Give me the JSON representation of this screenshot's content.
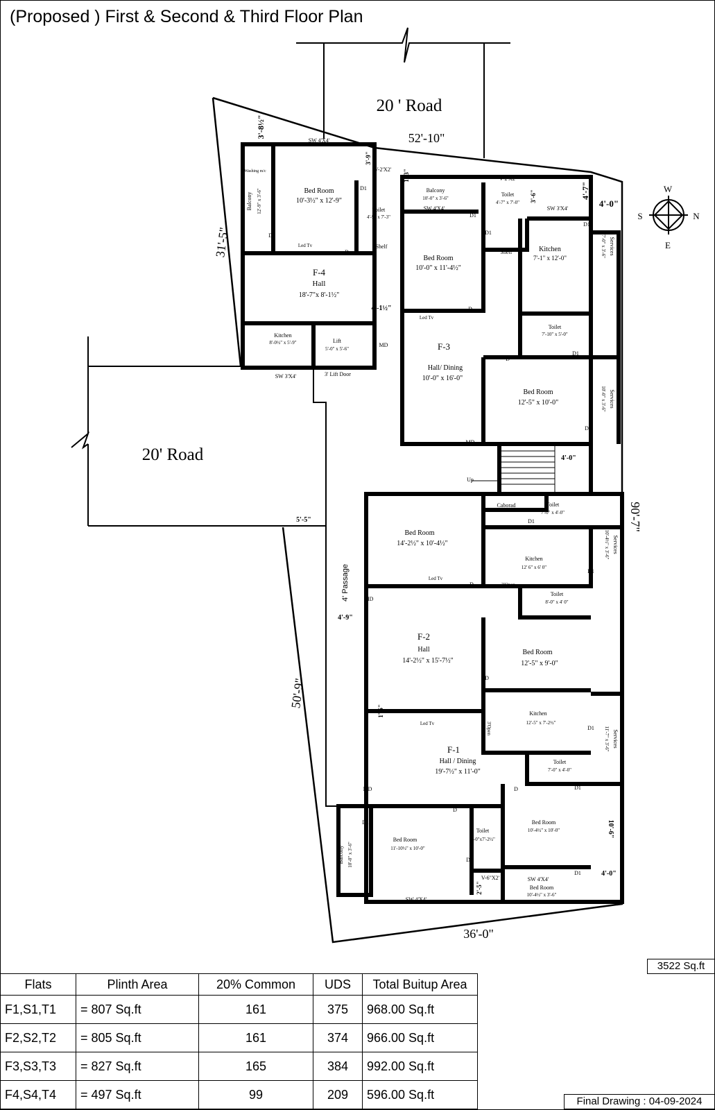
{
  "title": "(Proposed ) First & Second & Third Floor Plan",
  "roads": {
    "north": "20 ' Road",
    "west": "20' Road"
  },
  "dimensions": {
    "north_side": "52'-10\"",
    "west_upper": "31'-5\"",
    "west_lower": "50'-9\"",
    "south_side": "36'-0\"",
    "east_side": "90'-7\"",
    "top_left_gap": "3'-8½\"",
    "ne_gap1": "4'-7\"",
    "ne_gap2": "4'-0\"",
    "passage_width": "5'-5\"",
    "passage_width2": "4'-9\"",
    "passage_4_0": "4'-0\"",
    "gap_4_1_half": "4'-1½\"",
    "gap_3_9": "3'-9\"",
    "gap_3_6": "3'-6\"",
    "gap_1_3": "1'-3\"",
    "gap_10_6": "10'-6\"",
    "gap_4_0b": "4'-0\"",
    "gap_2_5": "2'-5\"",
    "gap_1_6": "1'-6\""
  },
  "compass": {
    "n": "N",
    "s": "S",
    "e": "E",
    "w": "W"
  },
  "flats": {
    "f4": {
      "label": "F-4",
      "hall": "Hall",
      "hall_size": "18'-7\"x 8'-1½\"",
      "bedroom": "Bed Room",
      "bedroom_size": "10'-3½\" x 12'-9\"",
      "toilet": "Toilet",
      "toilet_size": "4'-9\" x 7'-3\"",
      "balcony": "Balcony",
      "balcony_size": "12'-9\" x 3'-6\"",
      "kitchen": "Kitchen",
      "kitchen_size": "8'-0½\" x 5'-9\"",
      "lift": "Lift",
      "lift_size": "5'-0\" x 5'-6\"",
      "lift_door": "3' Lift Door",
      "washing": "Washing m/c",
      "shelf": "Shelf",
      "led": "Led Tv"
    },
    "f3": {
      "label": "F-3",
      "hall": "Hall/ Dining",
      "hall_size": "10'-0\" x  16'-0\"",
      "bedroom1": "Bed Room",
      "bedroom1_size": "10'-0\" x 11'-4½\"",
      "bedroom2": "Bed Room",
      "bedroom2_size": "12'-5\" x  10'-0\"",
      "balcony": "Balcony",
      "balcony_size": "10'-0\" x 3'-6\"",
      "toilet1": "Toilet",
      "toilet1_size": "4'-7\" x 7'-0\"",
      "toilet2": "Toilet",
      "toilet2_size": "7'-10\" x 5'-0\"",
      "kitchen": "Kitchen",
      "kitchen_size": "7'-1\" x 12'-0\"",
      "services1": "Services",
      "services1_size": "7'-0\" x 3'-6\"",
      "services2": "Services",
      "services2_size": "10'-0\" x 3'-6\"",
      "shelf": "Shelf",
      "led": "Led Tv"
    },
    "f2": {
      "label": "F-2",
      "hall": "Hall",
      "hall_size": "14'-2½\" x  15'-7½\"",
      "bedroom1": "Bed Room",
      "bedroom1_size": "14'-2½\" x 10'-4½\"",
      "bedroom2": "Bed Room",
      "bedroom2_size": "12'-5\"  x  9'-0\"",
      "kitchen": "Kitchen",
      "kitchen_size": "12' 6\" x 6' 0\"",
      "toilet1": "Toilet",
      "toilet1_size": "7'-0\" x 4'-0\"",
      "toilet2": "Toilet",
      "toilet2_size": "8'-0\" x 4' 0\"",
      "services": "Services",
      "services_size": "10'-4½\" x 3'-6\"",
      "caborad": "Caborad",
      "open": "3'Open",
      "led": "Led Tv",
      "up": "Up",
      "passage": "4' Passage"
    },
    "f1": {
      "label": "F-1",
      "hall": "Hall / Dining",
      "hall_size": "19'-7½\" x  11'-0\"",
      "kitchen": "Kitchen",
      "kitchen_size": "12'-5\" x 7'-2½\"",
      "toilet1": "Toilet",
      "toilet1_size": "7'-0\" x 4'-0\"",
      "toilet2": "Toilet",
      "toilet2_size": "4'-0\"x7'-2½\"",
      "bedroom1": "Bed Room",
      "bedroom1_size": "10'-4½\" x  10'-0\"",
      "bedroom2": "Bed Room",
      "bedroom2_size": "11'-10½\" x  10'-0\"",
      "bedroom3": "Bed Room",
      "bedroom3_size": "10'-4½\" x  3'-6\"",
      "balcony": "Balcony",
      "balcony_size": "10'-0\" x 3'-6\"",
      "services": "Services",
      "services_size": "11'-7\" x 3'-6\"",
      "open": "3'Open",
      "led": "Led Tv"
    }
  },
  "marks": {
    "d": "D",
    "d1": "D1",
    "md": "MD",
    "sw44": "SW 4'X4'",
    "sw34": "SW 3'X4'",
    "v22": "V-2'X2'",
    "v6x2": "V-6\"X2'",
    "tv": "Led Tv"
  },
  "total_area": "3522 Sq.ft",
  "table": {
    "headers": [
      "Flats",
      "Plinth Area",
      "20% Common",
      "UDS",
      "Total Buitup  Area"
    ],
    "rows": [
      [
        "F1,S1,T1",
        "=  807 Sq.ft",
        "161",
        "375",
        "968.00 Sq.ft"
      ],
      [
        "F2,S2,T2",
        "=  805  Sq.ft",
        "161",
        "374",
        "966.00 Sq.ft"
      ],
      [
        "F3,S3,T3",
        "=  827 Sq.ft",
        "165",
        "384",
        "992.00 Sq.ft"
      ],
      [
        "F4,S4,T4",
        "=  497 Sq.ft",
        "99",
        "209",
        "596.00 Sq.ft"
      ]
    ]
  },
  "final_drawing": "Final Drawing : 04-09-2024"
}
